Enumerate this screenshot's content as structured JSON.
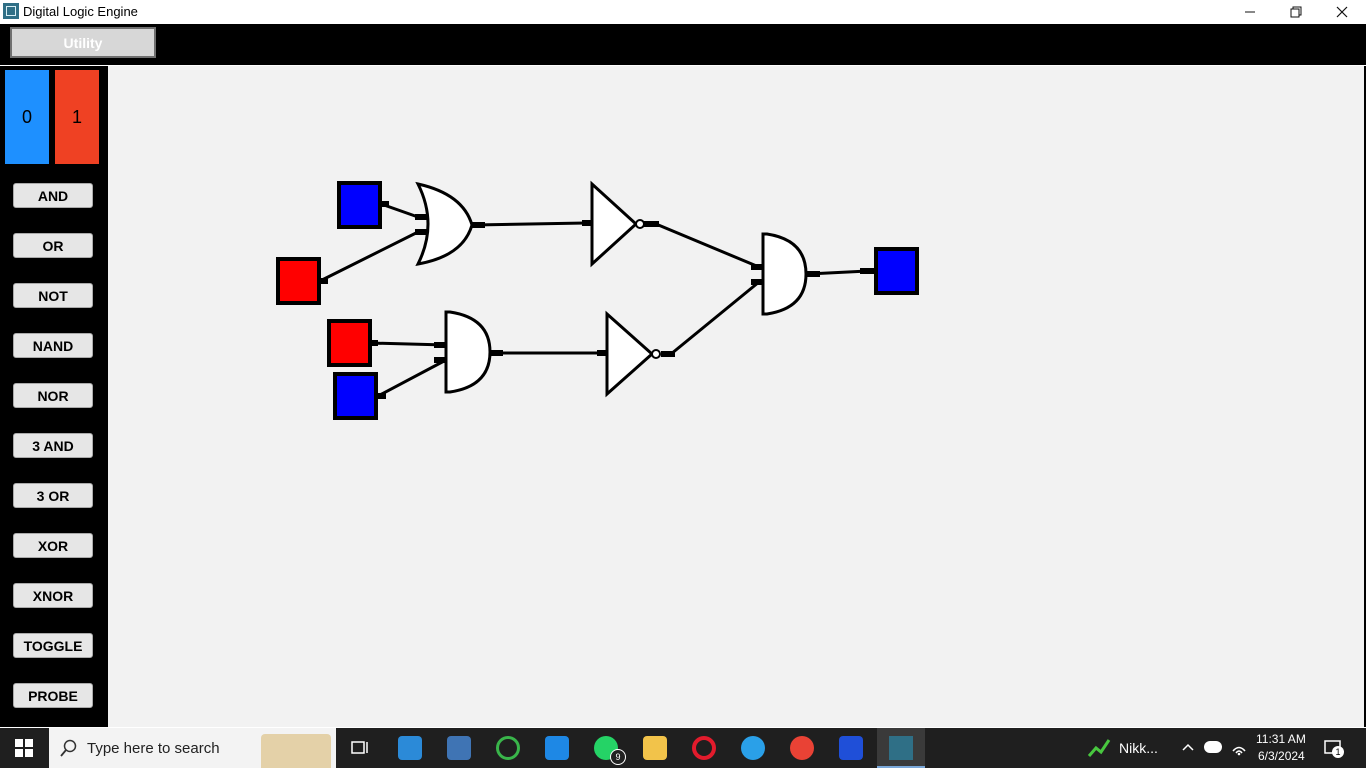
{
  "window": {
    "title": "Digital Logic Engine",
    "minimize_icon": "minimize-icon",
    "restore_icon": "restore-icon",
    "close_icon": "close-icon"
  },
  "toolbar": {
    "utility_label": "Utility"
  },
  "state_selector": {
    "zero_label": "0",
    "one_label": "1",
    "zero_color": "#1e90ff",
    "one_color": "#ef4123"
  },
  "gates": [
    {
      "label": "AND"
    },
    {
      "label": "OR"
    },
    {
      "label": "NOT"
    },
    {
      "label": "NAND"
    },
    {
      "label": "NOR"
    },
    {
      "label": "3 AND"
    },
    {
      "label": "3 OR"
    },
    {
      "label": "XOR"
    },
    {
      "label": "XNOR"
    },
    {
      "label": "TOGGLE"
    },
    {
      "label": "PROBE"
    }
  ],
  "circuit": {
    "input_colors": {
      "low": "#0000ff",
      "high": "#ff0000"
    },
    "output_state": "low",
    "components": [
      "OR",
      "NOT",
      "AND",
      "NOT",
      "AND"
    ]
  },
  "taskbar": {
    "search_placeholder": "Type here to search",
    "notification_label": "Nikk...",
    "time": "11:31 AM",
    "date": "6/3/2024",
    "notification_count": "1",
    "whatsapp_badge": "9"
  }
}
